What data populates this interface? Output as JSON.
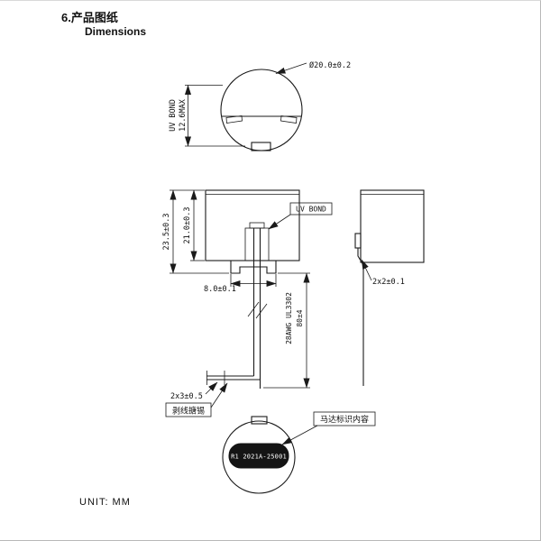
{
  "header": {
    "title_cn": "6.产品图纸",
    "title_en": "Dimensions"
  },
  "top_view": {
    "diameter": "Ø20.0±0.2",
    "uv_bond": "UV BOND",
    "max_height": "12.6MAX"
  },
  "front_view": {
    "uv_bond": "UV BOND",
    "overall_height": "23.5±0.3",
    "body_height": "21.0±0.3",
    "base_width": "8.0±0.1",
    "wire_gauge": "28AWG UL3302",
    "wire_length": "80±4"
  },
  "side_view": {
    "tab_size": "2x2±0.1"
  },
  "wire_detail": {
    "strip_length": "2x3±0.5",
    "strip_note": "剥线搪锡"
  },
  "bottom_view": {
    "marking": "R1 2021A-25001",
    "marking_note": "马达标识内容"
  },
  "footer": {
    "unit": "UNIT: MM"
  }
}
